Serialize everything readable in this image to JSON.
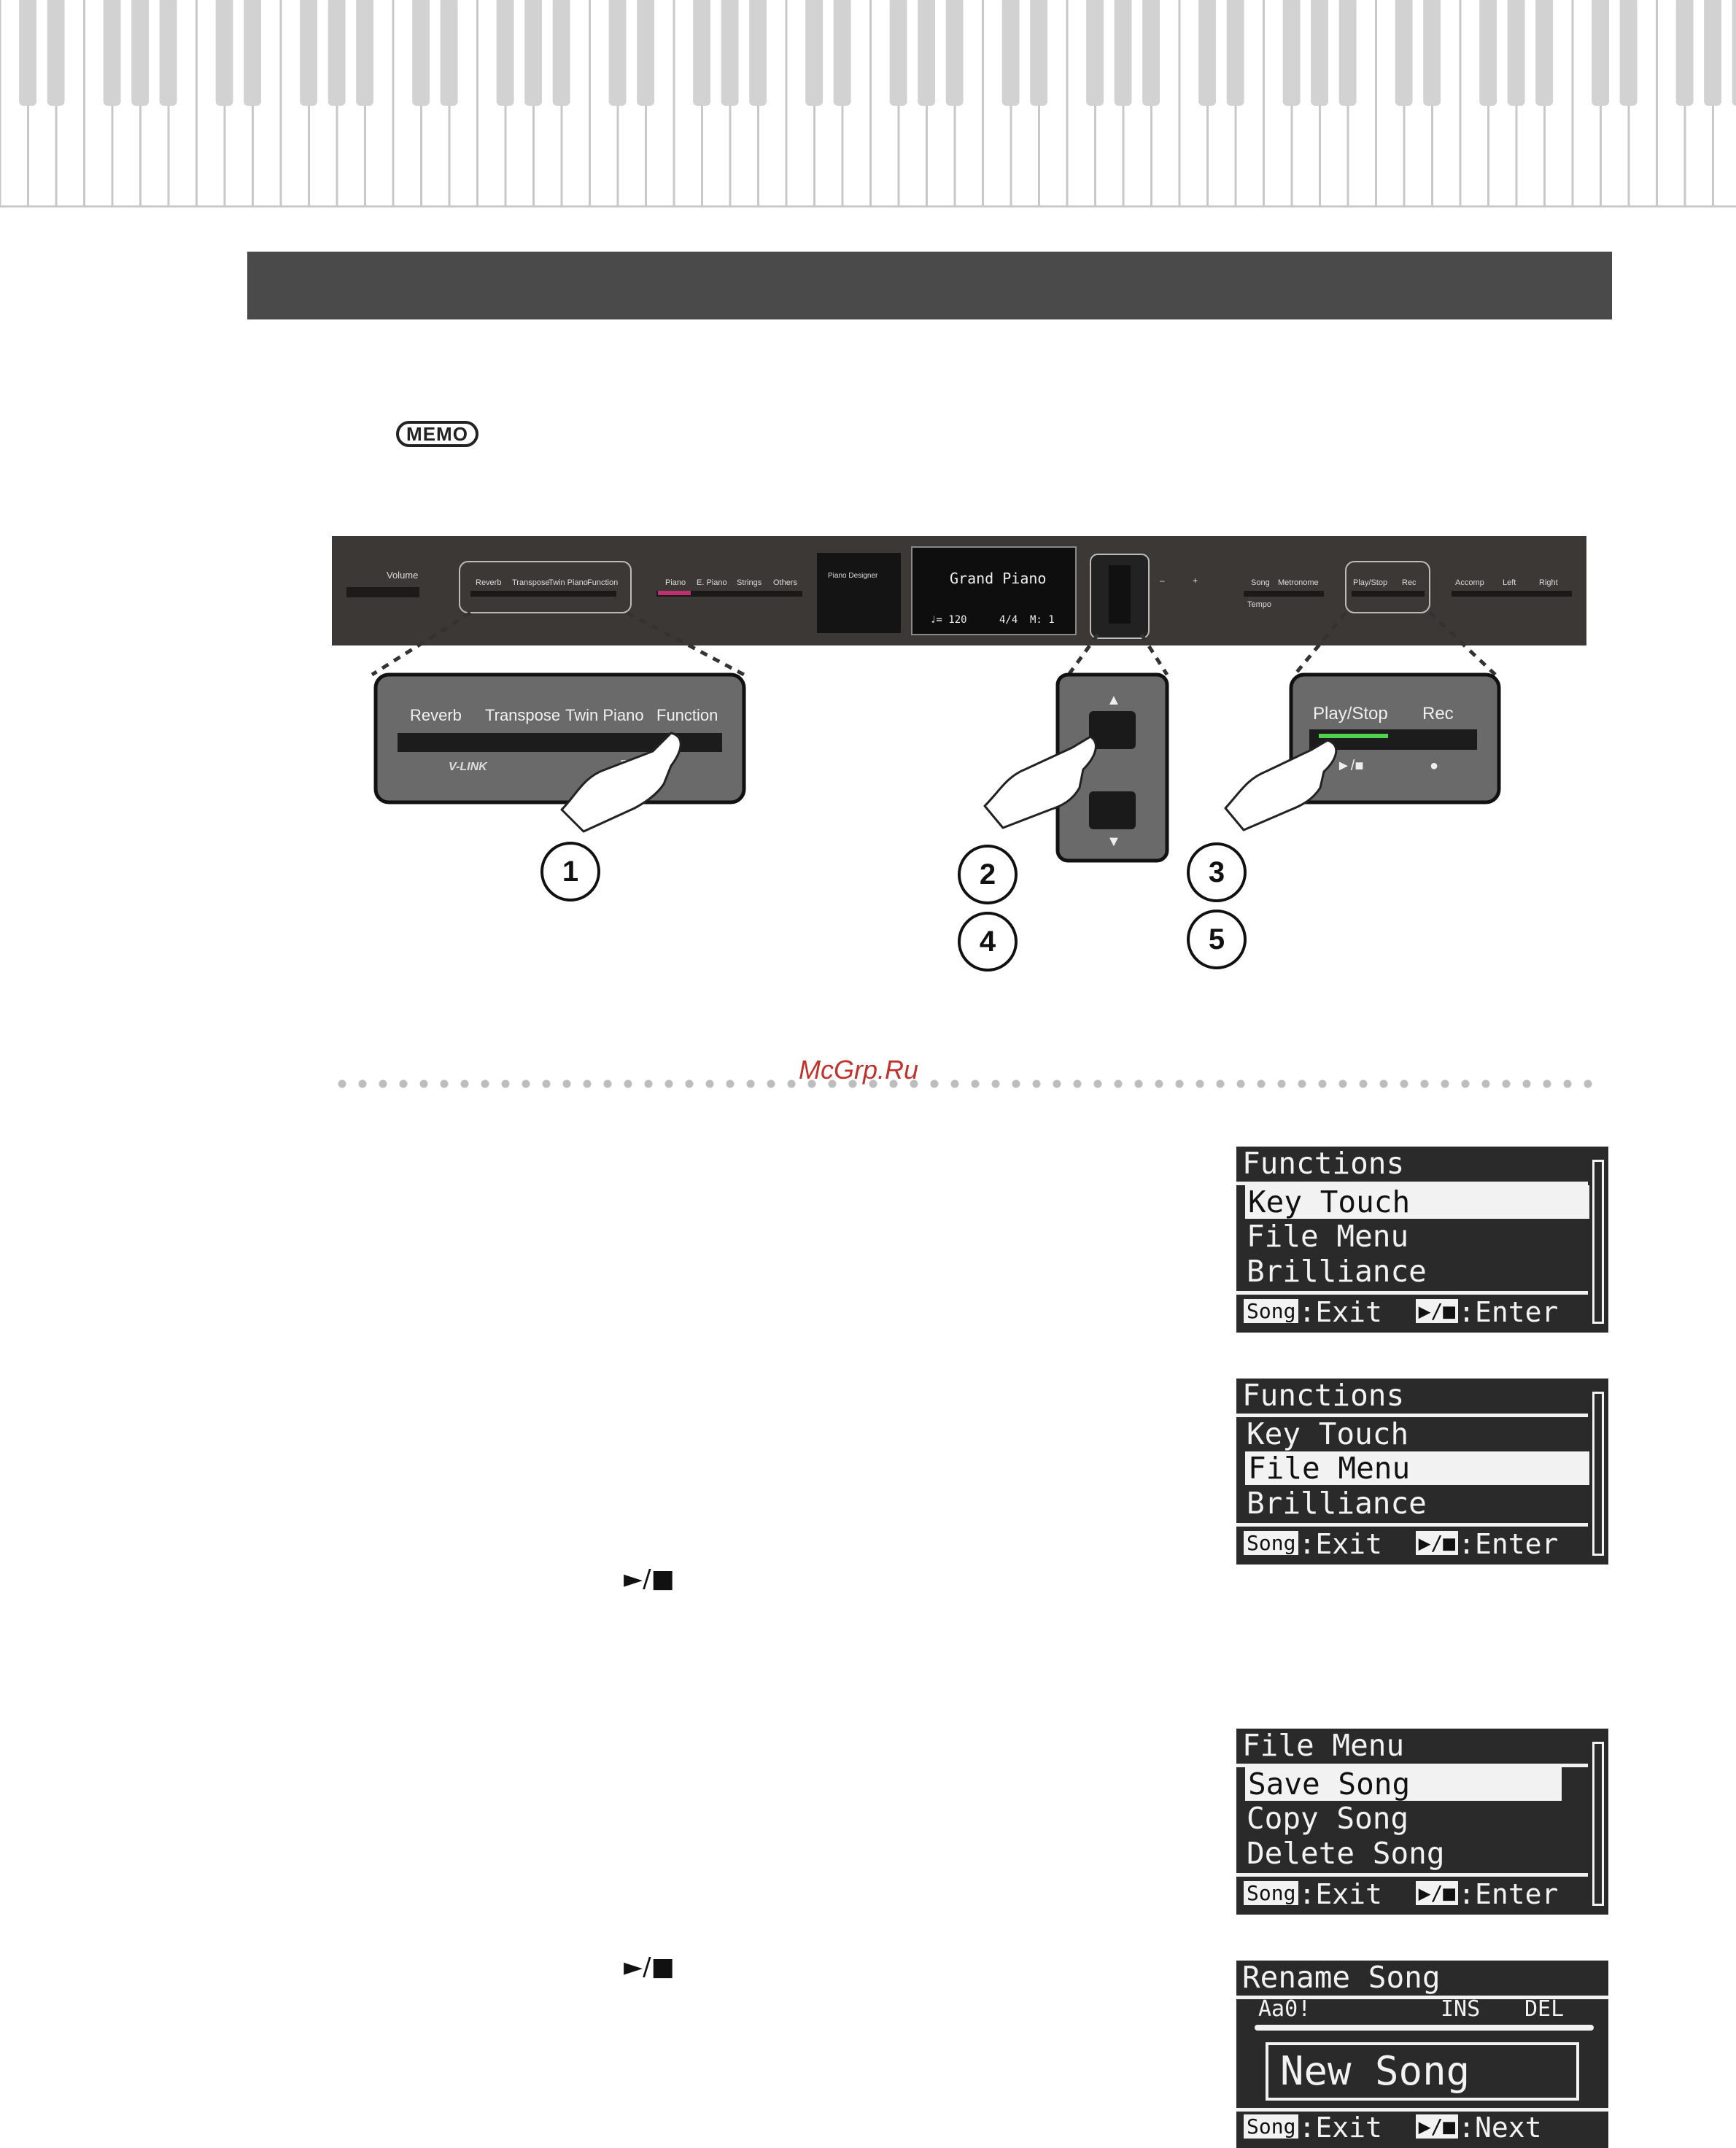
{
  "memo_badge": "MEMO",
  "watermark": "McGrp.Ru",
  "play_stop_symbol": "►/■",
  "panel": {
    "volume_label": "Volume",
    "group1_buttons": [
      "Reverb",
      "Transpose",
      "Twin Piano",
      "Function"
    ],
    "vlink_label": "V-LINK",
    "demo_label": "Demo",
    "tone_buttons": [
      "Piano",
      "E. Piano",
      "Strings",
      "Others"
    ],
    "piano_designer": "Piano Designer",
    "display_title": "Grand Piano",
    "display_tempo": "♩= 120",
    "display_beat": "4/4",
    "display_measure": "M:   1",
    "minus": "–",
    "plus": "+",
    "song_label": "Song",
    "metronome_label": "Metronome",
    "tempo_label": "Tempo",
    "play_stop_label": "Play/Stop",
    "rec_label": "Rec",
    "accomp_label": "Accomp",
    "left_label": "Left",
    "right_label": "Right"
  },
  "steps": [
    "1",
    "2",
    "3",
    "4",
    "5"
  ],
  "up_arrow": "▲",
  "down_arrow": "▼",
  "rec_dot": "●",
  "screens": {
    "functions1": {
      "title": "Functions",
      "items": [
        "Key Touch",
        "File Menu",
        "Brilliance"
      ],
      "selected": 0,
      "foot_key": "Song",
      "foot_exit": ":Exit",
      "foot_key2": "▶/■",
      "foot_enter": ":Enter"
    },
    "functions2": {
      "title": "Functions",
      "items": [
        "Key Touch",
        "File Menu",
        "Brilliance"
      ],
      "selected": 1,
      "foot_key": "Song",
      "foot_exit": ":Exit",
      "foot_key2": "▶/■",
      "foot_enter": ":Enter"
    },
    "file_menu": {
      "title": "File Menu",
      "items": [
        "Save Song",
        "Copy Song",
        "Delete Song"
      ],
      "selected": 0,
      "foot_key": "Song",
      "foot_exit": ":Exit",
      "foot_key2": "▶/■",
      "foot_enter": ":Enter"
    },
    "rename": {
      "title": "Rename Song",
      "tab1": "Aa0!",
      "tab2": "INS",
      "tab3": "DEL",
      "name": "New Song",
      "foot_key": "Song",
      "foot_exit": ":Exit",
      "foot_key2": "▶/■",
      "foot_next": ":Next"
    }
  }
}
